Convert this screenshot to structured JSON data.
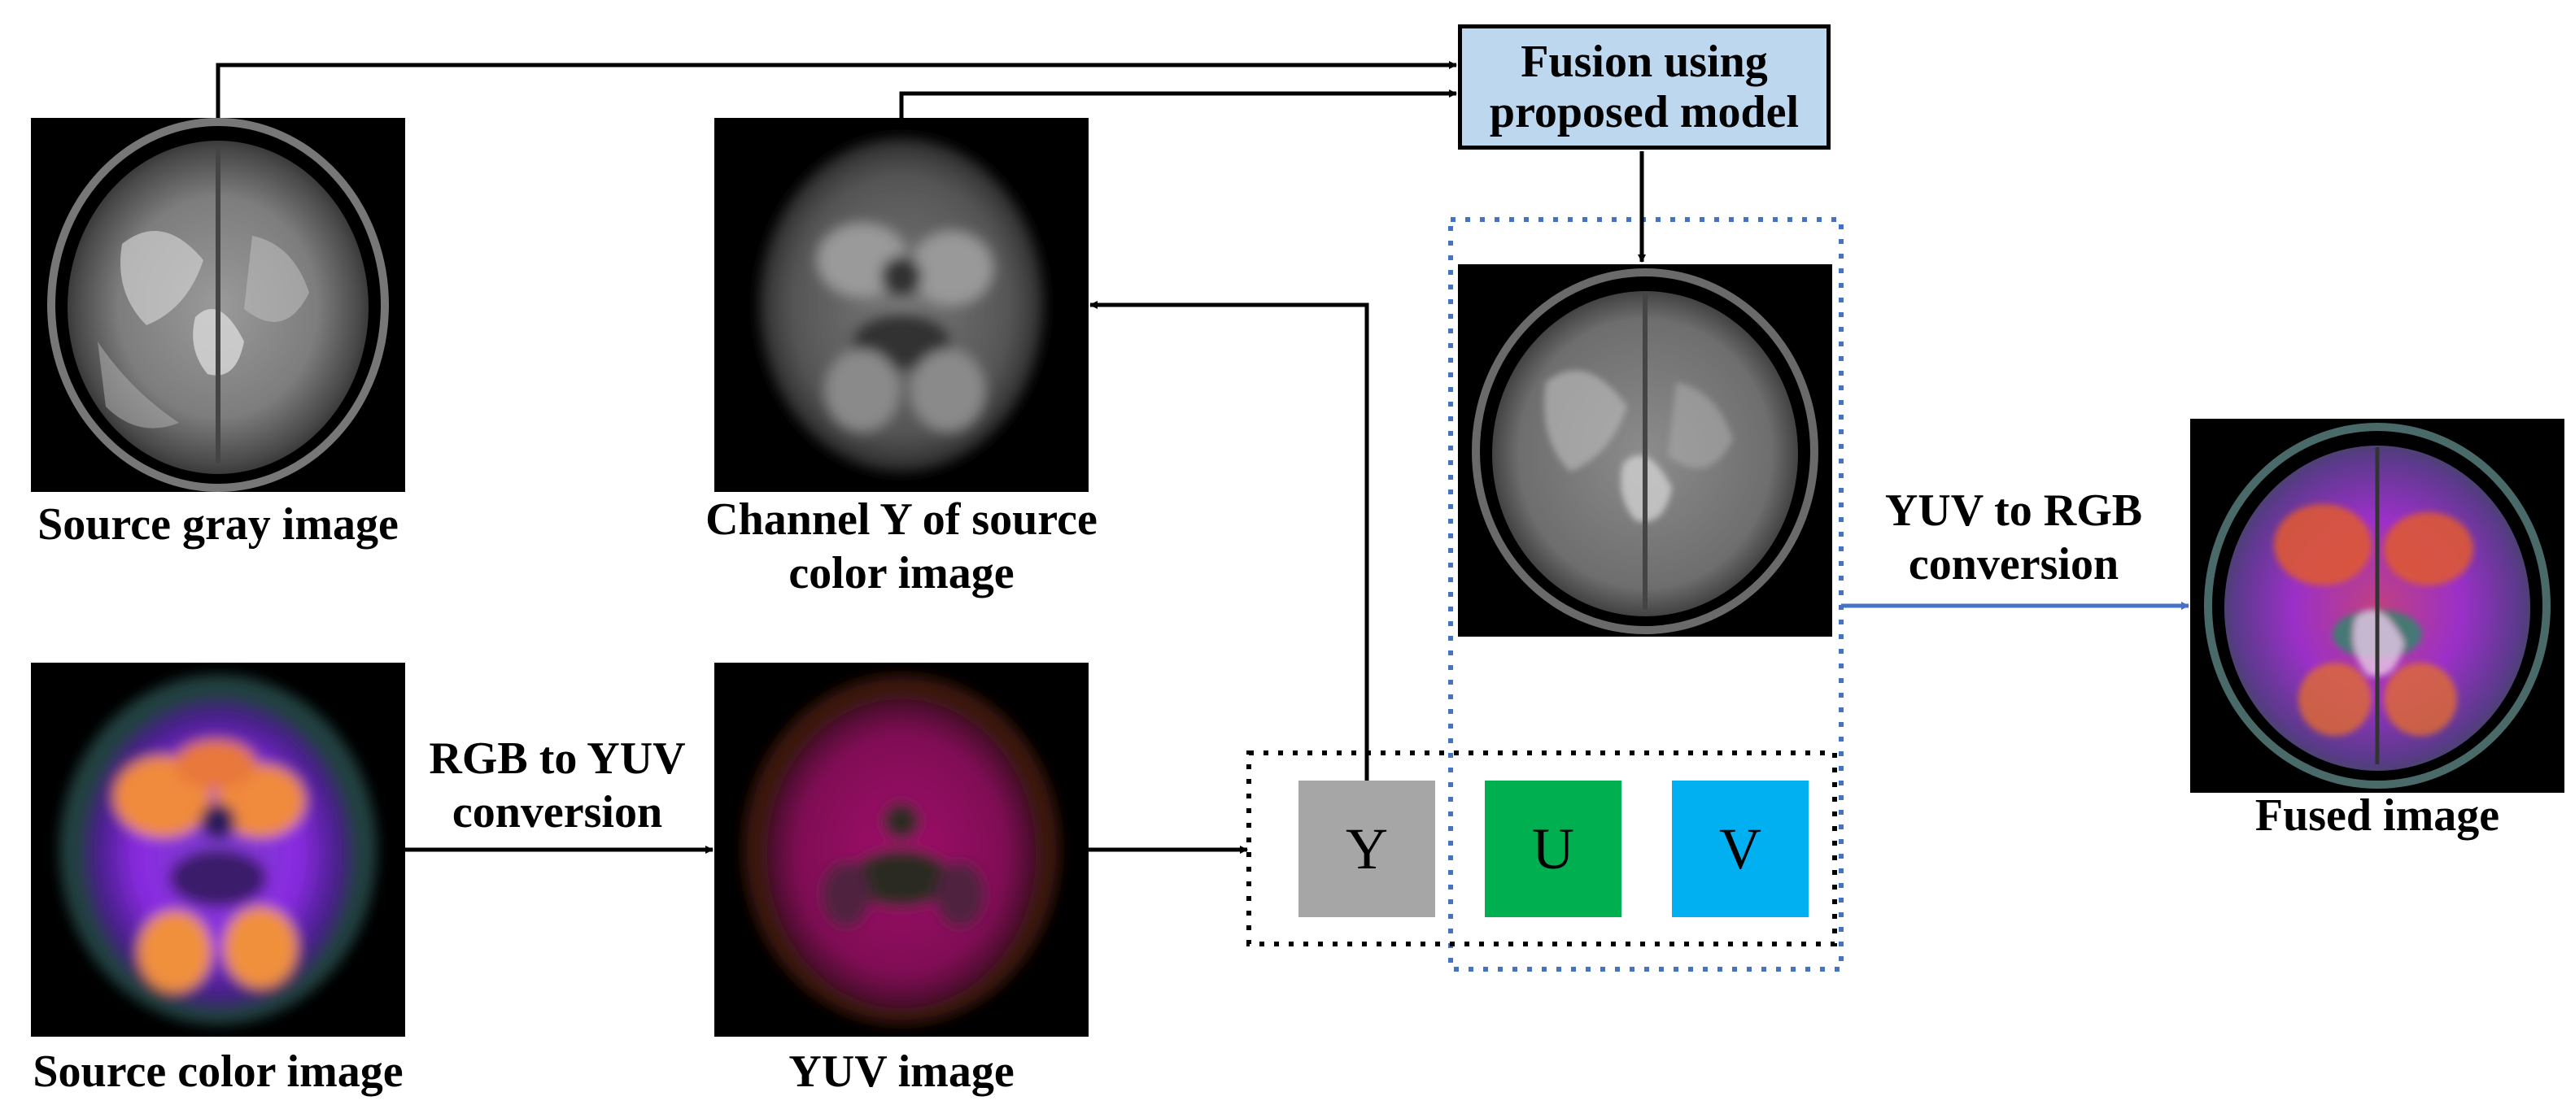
{
  "labels": {
    "source_gray": "Source gray image",
    "channel_y_line1": "Channel Y of source",
    "channel_y_line2": "color image",
    "source_color": "Source color image",
    "yuv_image": "YUV image",
    "fused_image": "Fused image",
    "rgb_to_yuv_line1": "RGB to YUV",
    "rgb_to_yuv_line2": "conversion",
    "yuv_to_rgb_line1": "YUV to RGB",
    "yuv_to_rgb_line2": "conversion",
    "fusion_line1": "Fusion using",
    "fusion_line2": "proposed model"
  },
  "channels": {
    "y": "Y",
    "u": "U",
    "v": "V"
  },
  "colors": {
    "fusion_box_fill": "#bdd7ee",
    "channel_y": "#a6a6a6",
    "channel_u": "#00b050",
    "channel_v": "#00b0f0",
    "arrow": "#000000",
    "yuv_to_rgb_arrow": "#4472c4",
    "fusion_group_border": "#4472c4",
    "channel_group_border": "#000000"
  }
}
